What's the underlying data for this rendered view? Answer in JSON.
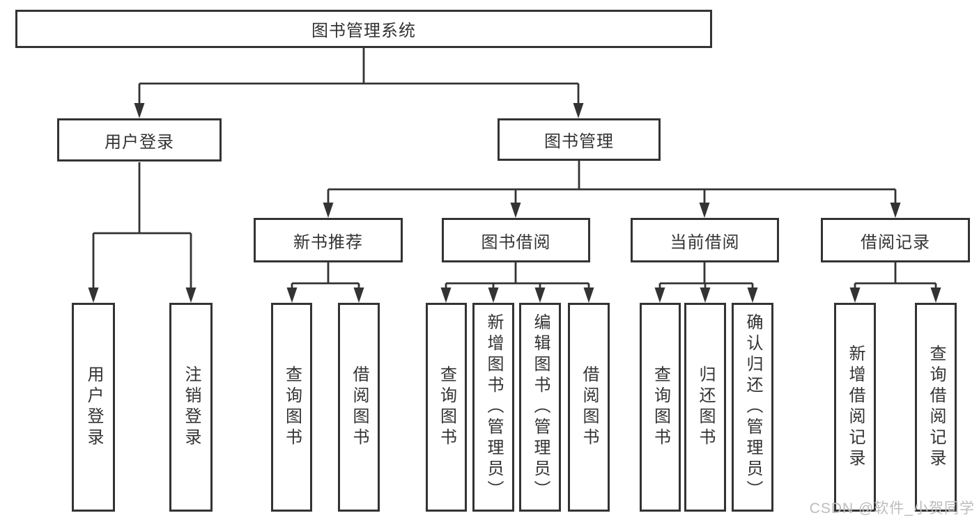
{
  "diagram_title": "图书管理系统",
  "nodes": {
    "root": {
      "label": "图书管理系统"
    },
    "user_login": {
      "label": "用户登录",
      "children": [
        "用户登录",
        "注销登录"
      ]
    },
    "book_mgmt": {
      "label": "图书管理"
    },
    "new_book_rec": {
      "label": "新书推荐",
      "children": [
        "查询图书",
        "借阅图书"
      ]
    },
    "book_borrow": {
      "label": "图书借阅",
      "children": [
        "查询图书",
        "新增图书（管理员）",
        "编辑图书（管理员）",
        "借阅图书"
      ]
    },
    "current_borrow": {
      "label": "当前借阅",
      "children": [
        "查询图书",
        "归还图书",
        "确认归还（管理员）"
      ]
    },
    "borrow_record": {
      "label": "借阅记录",
      "children": [
        "新增借阅记录",
        "查询借阅记录"
      ]
    }
  },
  "watermark": "CSDN @软件_小贺同学",
  "colors": {
    "line": "#333333",
    "text": "#333333",
    "watermark": "#bcbcbc",
    "background": "#ffffff"
  }
}
